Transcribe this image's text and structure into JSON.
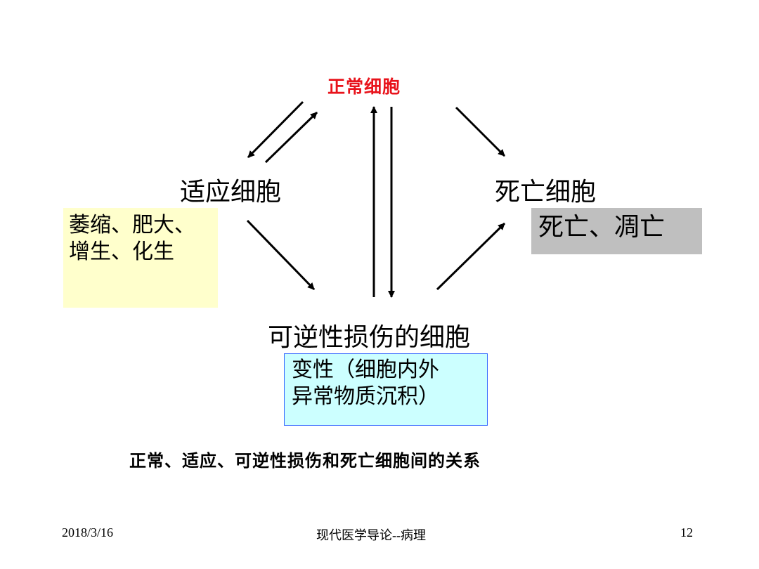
{
  "diagram": {
    "top_node": "正常细胞",
    "left_node": "适应细胞",
    "right_node": "死亡细胞",
    "bottom_node": "可逆性损伤的细胞",
    "left_box_lines": [
      "萎缩、肥大、",
      "增生、化生"
    ],
    "right_box": "死亡、凋亡",
    "bottom_box_lines": [
      "变性（细胞内外",
      "异常物质沉积）"
    ],
    "caption": "正常、适应、可逆性损伤和死亡细胞间的关系"
  },
  "footer": {
    "date": "2018/3/16",
    "title": "现代医学导论--病理",
    "page": "12"
  },
  "colors": {
    "top_node_text": "#e8131b",
    "left_box_fill": "#ffffcc",
    "right_box_fill": "#bfbfbf",
    "bottom_box_fill": "#ccffff",
    "bottom_box_border": "#3366ff"
  }
}
